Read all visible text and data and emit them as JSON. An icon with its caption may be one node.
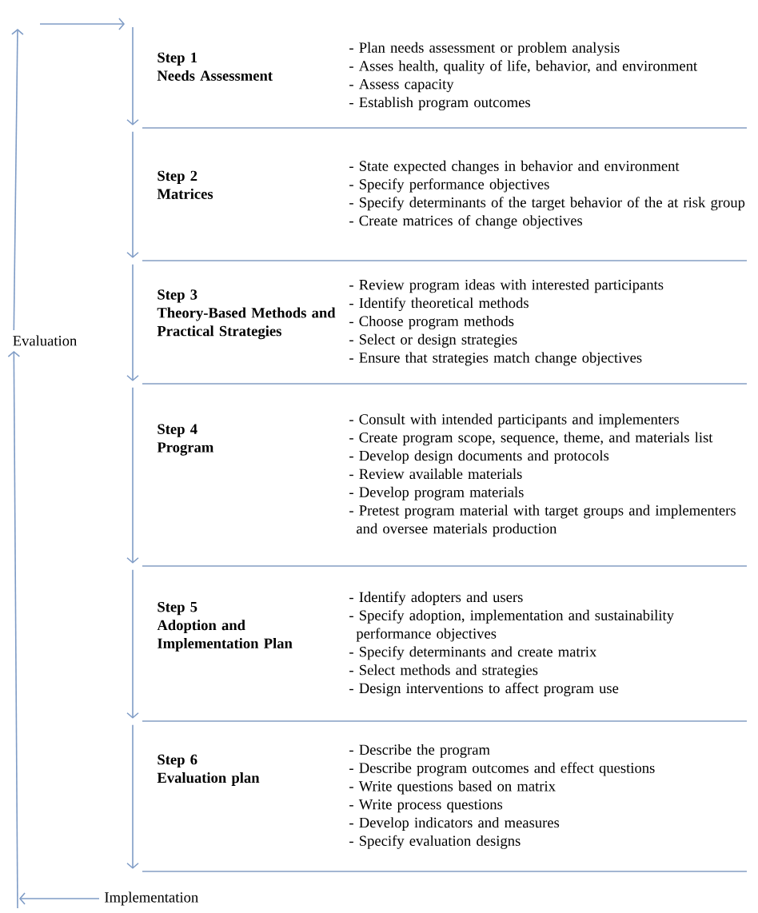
{
  "diagram": {
    "nodes": [
      {
        "text": [
          "Step 1",
          "Needs Assessment",
          "- Plan needs assessment or problem analysis",
          "- Asses health, quality of life, behavior, and environment",
          "- Assess capacity",
          "- Establish program outcomes"
        ]
      },
      {
        "text": [
          "Step 2",
          "Matrices",
          "- State expected changes in behavior and environment",
          "- Specify performance objectives",
          "- Specify determinants of the target behavior of the at risk group",
          "- Create matrices of change objectives"
        ]
      },
      {
        "text": [
          "Step 3",
          "Theory-Based Methods and Practical Strategies",
          "- Review program ideas with interested participants",
          "- Identify theoretical methods",
          "- Choose program methods",
          "- Select or design strategies",
          "- Ensure that strategies match change objectives"
        ]
      },
      {
        "text": [
          "Step 4",
          "Program",
          "- Consult with intended participants and implementers",
          "- Create program scope, sequence, theme, and materials list",
          "- Develop design documents and protocols",
          "- Review available materials",
          "- Develop program materials",
          "- Pretest program material with target groups and implementers and oversee materials production"
        ]
      },
      {
        "text": [
          "Step 5",
          "Adoption and Implementation Plan",
          "- Identify adopters and users",
          "- Specify adoption, implementation and sustainability performance objectives",
          "- Specify determinants and create matrix",
          "- Select methods and strategies",
          "- Design interventions to affect program use"
        ]
      },
      {
        "text": [
          "Step 6",
          "Evaluation plan",
          "- Describe the program",
          "- Describe program outcomes and effect questions",
          "- Write questions based on matrix",
          "- Write process questions",
          "- Develop indicators and measures",
          "- Specify evaluation designs"
        ]
      },
      {
        "text": [
          "Evaluation"
        ]
      },
      {
        "text": [
          "Implementation"
        ]
      }
    ],
    "edges": [
      {
        "from": null,
        "to": 0,
        "arrow": "to"
      },
      {
        "from": 0,
        "to": 1,
        "arrow": "to"
      },
      {
        "from": 1,
        "to": 2,
        "arrow": "to"
      },
      {
        "from": 2,
        "to": 3,
        "arrow": "to"
      },
      {
        "from": 3,
        "to": 4,
        "arrow": "to"
      },
      {
        "from": 4,
        "to": 5,
        "arrow": "to"
      },
      {
        "from": null,
        "to": 6,
        "arrow": "to"
      },
      {
        "from": 6,
        "to": null,
        "arrow": "to"
      },
      {
        "from": null,
        "to": 0,
        "arrow": "to"
      },
      {
        "from": 7,
        "to": null,
        "arrow": "to"
      }
    ]
  }
}
